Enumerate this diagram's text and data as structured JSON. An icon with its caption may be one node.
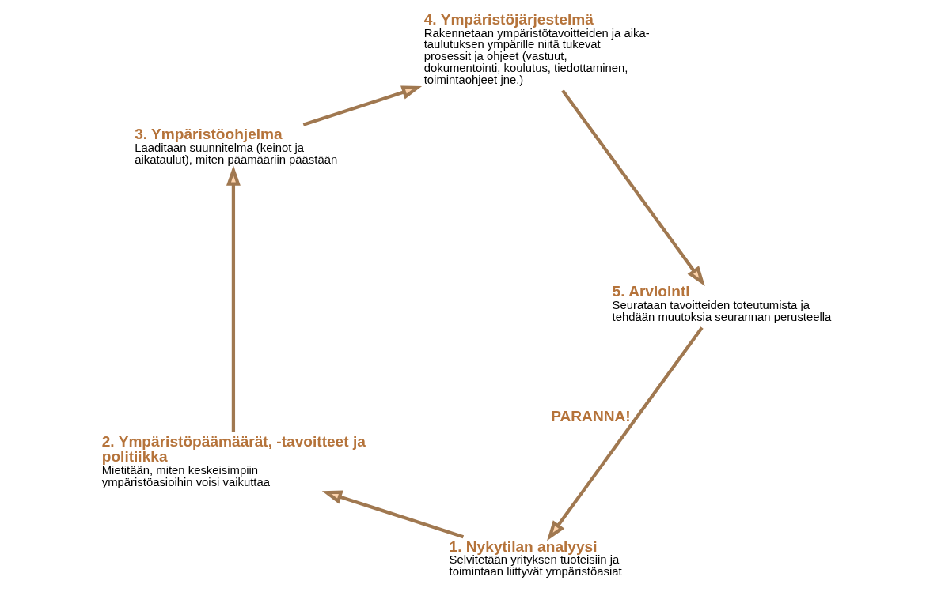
{
  "diagram": {
    "nodes": [
      {
        "text": [
          "1. Nykytilan analyysi",
          "Selvitetään yrityksen tuoteisiin ja toimintaan liittyvät ympäristöasiat"
        ]
      },
      {
        "text": [
          "2. Ympäristöpäämäärät, -tavoitteet ja politiikka",
          "Mietitään, miten keskeisimpiin ympäristöasioihin voisi vaikuttaa"
        ]
      },
      {
        "text": [
          "3. Ympäristöohjelma",
          "Laaditaan suunnitelma (keinot ja aikataulut), miten päämääriin päästään"
        ]
      },
      {
        "text": [
          "4. Ympäristöjärjestelmä",
          "Rakennetaan ympäristötavoitteiden ja aika- taulutuksen ympärille niitä tukevat prosessit ja ohjeet (vastuut, dokumentointi, koulutus, tiedottaminen, toimintaohjeet jne.)"
        ]
      },
      {
        "text": [
          "5. Arviointi",
          "Seurataan tavoitteiden toteutumista ja tehdään muutoksia seurannan perusteella"
        ]
      }
    ],
    "edges": [
      {
        "from": 0,
        "to": 1,
        "arrow": "to"
      },
      {
        "from": 1,
        "to": 2,
        "arrow": "to"
      },
      {
        "from": 2,
        "to": 3,
        "arrow": "to"
      },
      {
        "from": 3,
        "to": 4,
        "arrow": "to"
      },
      {
        "from": 4,
        "to": 0,
        "arrow": "to",
        "label": "PARANNA!"
      }
    ]
  }
}
